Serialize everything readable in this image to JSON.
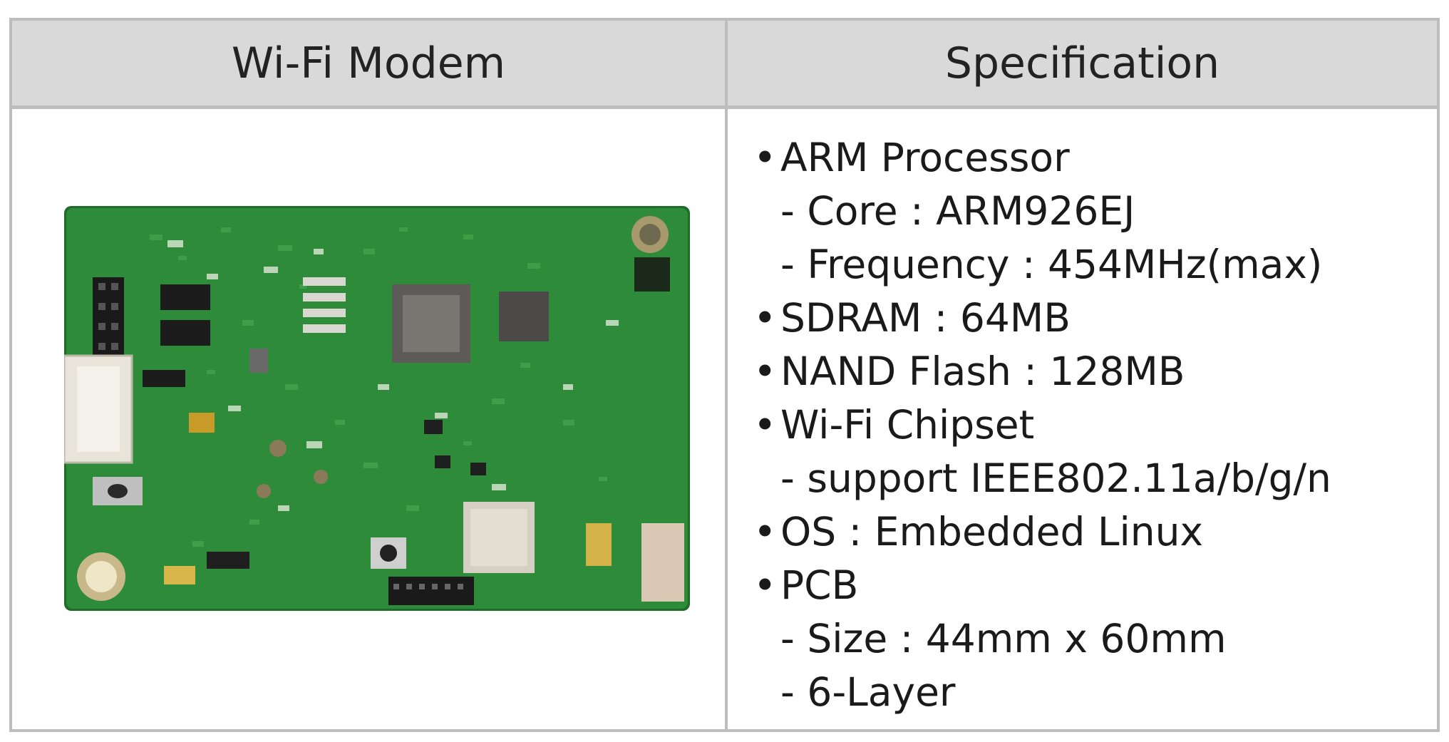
{
  "table": {
    "headers": [
      "Wi-Fi Modem",
      "Specification"
    ],
    "specs": [
      {
        "level": "bullet",
        "text": "ARM Processor"
      },
      {
        "level": "sub",
        "text": "- Core : ARM926EJ"
      },
      {
        "level": "sub",
        "text": "- Frequency : 454MHz(max)"
      },
      {
        "level": "bullet",
        "text": "SDRAM : 64MB"
      },
      {
        "level": "bullet",
        "text": "NAND Flash : 128MB"
      },
      {
        "level": "bullet",
        "text": "Wi-Fi Chipset"
      },
      {
        "level": "sub",
        "text": "- support IEEE802.11a/b/g/n"
      },
      {
        "level": "bullet",
        "text": "OS : Embedded Linux"
      },
      {
        "level": "bullet",
        "text": "PCB"
      },
      {
        "level": "sub",
        "text": "- Size : 44mm x 60mm"
      },
      {
        "level": "sub",
        "text": "- 6-Layer"
      }
    ]
  },
  "colors": {
    "header_bg": "#d9d9d9",
    "border": "#bdbdbd",
    "pcb_green": "#2f8f3c"
  }
}
